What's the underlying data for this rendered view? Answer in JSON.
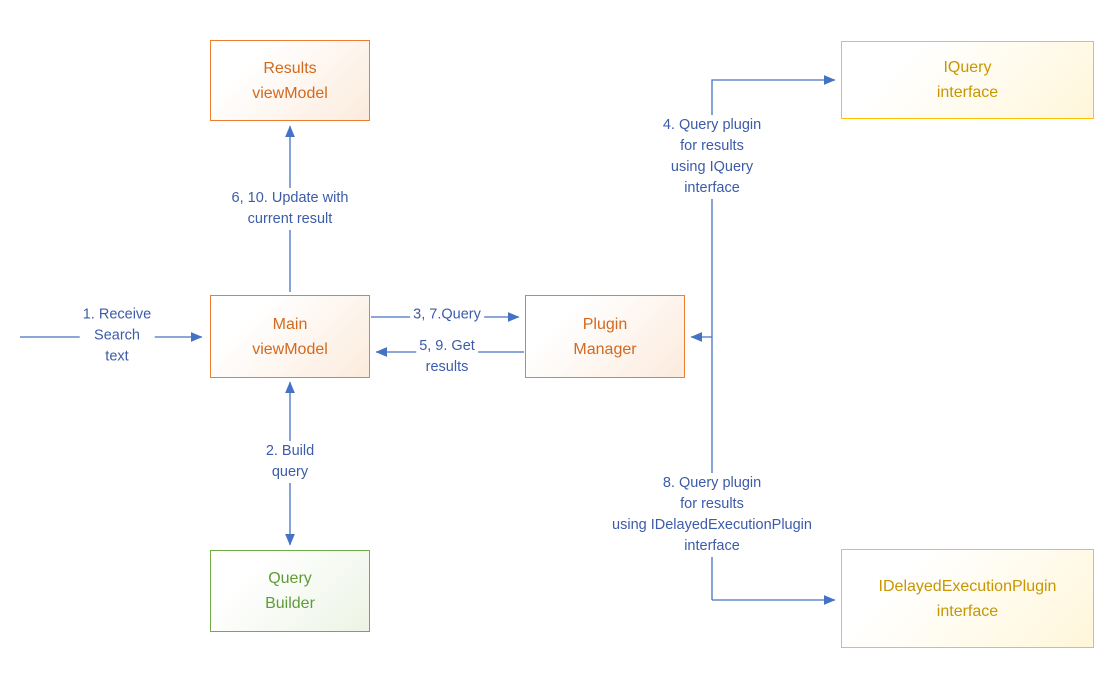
{
  "colors": {
    "connector": "#4472C4",
    "edge_label_text": "#3C5BA8",
    "orange_border": "#ED7D31",
    "orange_text": "#D2691E",
    "yellow_border": "#FFC000",
    "yellow_text": "#C79600",
    "green_border": "#70AD47",
    "green_text": "#5E9C38"
  },
  "nodes": {
    "results_viewmodel": {
      "label": "Results\nviewModel"
    },
    "iquery_interface": {
      "label": "IQuery\ninterface"
    },
    "main_viewmodel": {
      "label": "Main\nviewModel"
    },
    "plugin_manager": {
      "label": "Plugin\nManager"
    },
    "query_builder": {
      "label": "Query\nBuilder"
    },
    "idelayedexecutionplugin_interface": {
      "label": "IDelayedExecutionPlugin\ninterface"
    }
  },
  "edges": {
    "receive_search_text": {
      "label": "1. Receive\nSearch\ntext"
    },
    "build_query": {
      "label": "2. Build\nquery"
    },
    "query_3_7": {
      "label": "3, 7.Query"
    },
    "query_plugin_iquery": {
      "label": "4. Query plugin\nfor results\nusing IQuery\ninterface"
    },
    "get_results_5_9": {
      "label": "5, 9. Get\nresults"
    },
    "update_with_current_result": {
      "label": "6, 10. Update with\ncurrent result"
    },
    "query_plugin_idelayed": {
      "label": "8. Query plugin\nfor results\nusing IDelayedExecutionPlugin\ninterface"
    }
  }
}
